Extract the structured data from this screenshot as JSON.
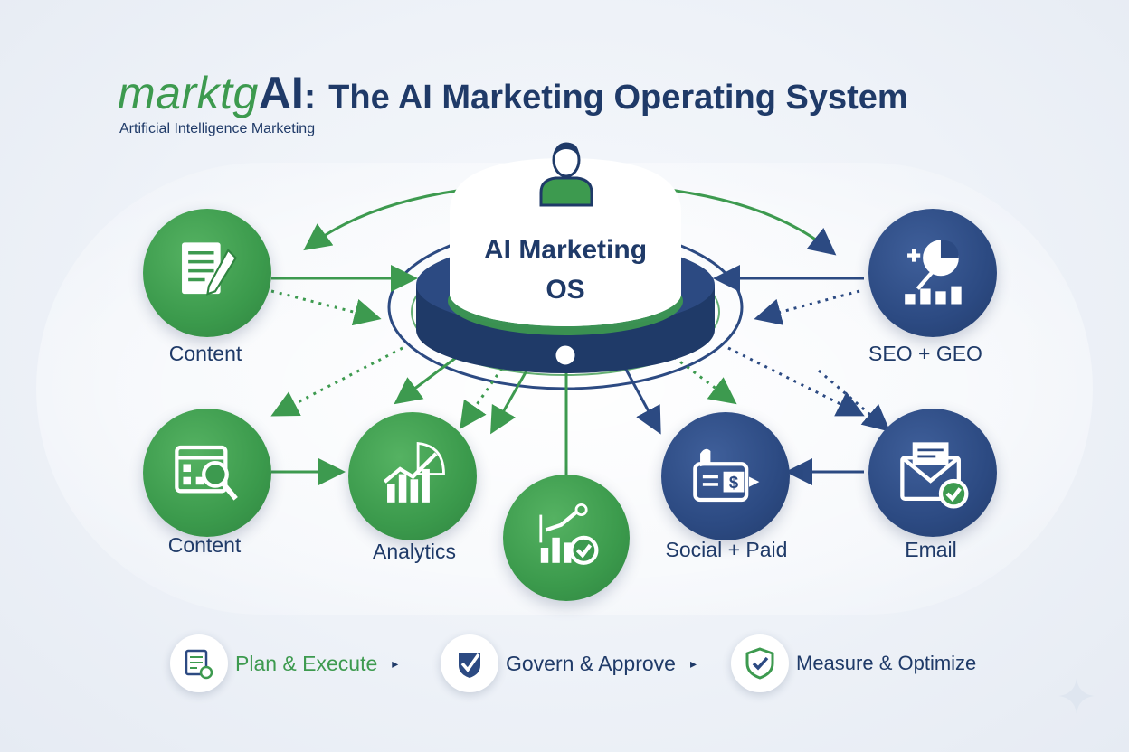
{
  "header": {
    "brand_lite": "marktg",
    "brand_bold": "AI",
    "colon": ":",
    "title": "The AI Marketing Operating System",
    "subtitle": "Artificial Intelligence Marketing"
  },
  "hub": {
    "line1": "AI Marketing",
    "line2": "OS",
    "icon": "user-icon"
  },
  "nodes": [
    {
      "id": "content-top",
      "label": "Content",
      "color": "green",
      "icon": "document-pen-icon"
    },
    {
      "id": "content-bottom",
      "label": "Content",
      "color": "green",
      "icon": "calendar-search-icon"
    },
    {
      "id": "analytics",
      "label": "Analytics",
      "color": "green",
      "icon": "bar-chart-icon"
    },
    {
      "id": "center",
      "label": "",
      "color": "green",
      "icon": "growth-check-icon"
    },
    {
      "id": "social-paid",
      "label": "Social + Paid",
      "color": "blue",
      "icon": "thumbs-up-dollar-icon"
    },
    {
      "id": "seo-geo",
      "label": "SEO + GEO",
      "color": "blue",
      "icon": "pie-chart-icon"
    },
    {
      "id": "email",
      "label": "Email",
      "color": "blue",
      "icon": "envelope-check-icon"
    }
  ],
  "steps": [
    {
      "label": "Plan & Execute",
      "icon": "clipboard-icon",
      "color": "#3d9a4f",
      "arrow": "▸"
    },
    {
      "label": "Govern & Approve",
      "icon": "check-badge-icon",
      "color": "#1f3a68",
      "arrow": "▸"
    },
    {
      "label": "Measure & Optimize",
      "icon": "shield-check-icon",
      "color": "#1f3a68",
      "arrow": ""
    }
  ],
  "colors": {
    "green": "#3d9a4f",
    "navy": "#1f3a68",
    "blue": "#2c4a82"
  }
}
